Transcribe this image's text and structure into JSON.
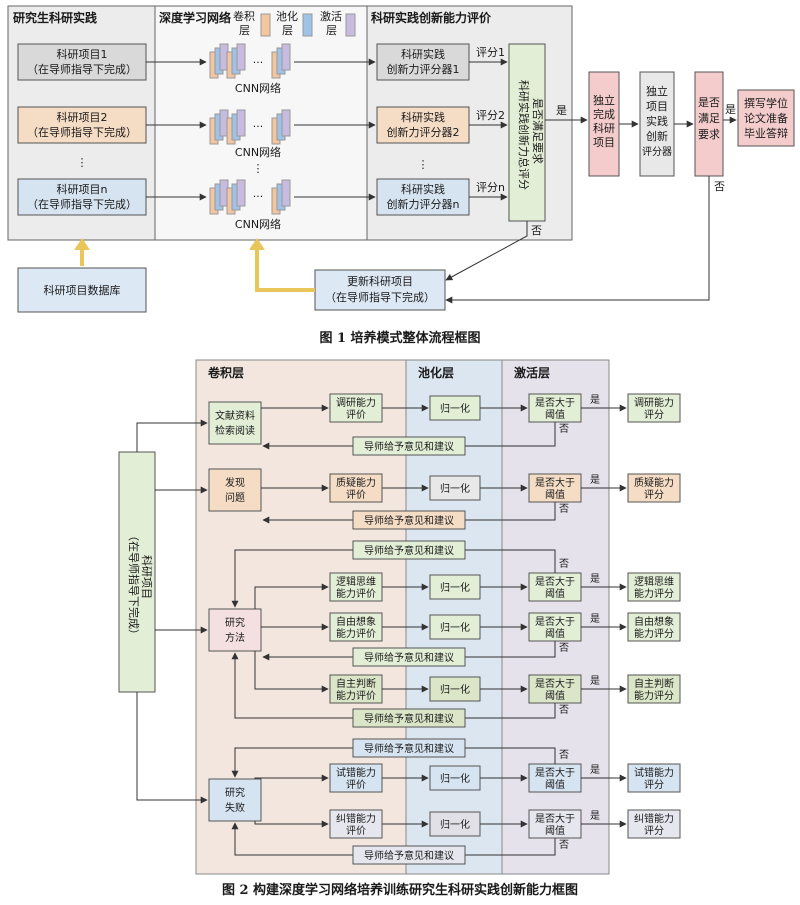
{
  "fig1": {
    "caption": "图 1  培养模式整体流程框图",
    "sections": {
      "practice": "研究生科研实践",
      "network": "深度学习网络",
      "evaluation": "科研实践创新能力评价"
    },
    "layer_legend": {
      "conv": [
        "卷积",
        "层"
      ],
      "pool": [
        "池化",
        "层"
      ],
      "act": [
        "激活",
        "层"
      ]
    },
    "projects": [
      {
        "title": "科研项目1",
        "sub": "（在导师指导下完成）"
      },
      {
        "title": "科研项目2",
        "sub": "（在导师指导下完成）"
      },
      {
        "title": "科研项目n",
        "sub": "（在导师指导下完成）"
      }
    ],
    "cnn_label": "CNN网络",
    "ellipsis_h": "···",
    "ellipsis_v": "⋮",
    "evaluators": [
      {
        "line1": "科研实践",
        "line2": "创新力评分器1",
        "score": "评分1"
      },
      {
        "line1": "科研实践",
        "line2": "创新力评分器2",
        "score": "评分2"
      },
      {
        "line1": "科研实践",
        "line2": "创新力评分器n",
        "score": "评分n"
      }
    ],
    "total_score": [
      "科研实践创新力总评分",
      "是否满足要求"
    ],
    "yes": "是",
    "no": "否",
    "independent_project": [
      "独立",
      "完成",
      "科研",
      "项目"
    ],
    "independent_evaluator": [
      "独立",
      "项目",
      "实践",
      "创新",
      "评分器"
    ],
    "meet_requirement": [
      "是否",
      "满足",
      "要求"
    ],
    "thesis": [
      "撰写学位",
      "论文准备",
      "毕业答辩"
    ],
    "database": "科研项目数据库",
    "update_project": {
      "title": "更新科研项目",
      "sub": "（在导师指导下完成）"
    }
  },
  "fig2": {
    "caption": "图 2  构建深度学习网络培养训练研究生科研实践创新能力框图",
    "columns": {
      "conv": "卷积层",
      "pool": "池化层",
      "act": "激活层"
    },
    "left_box": [
      "科研项目",
      "（在导师指导下完成）"
    ],
    "stages": [
      {
        "name": [
          "文献资料",
          "检索阅读"
        ]
      },
      {
        "name": [
          "发现",
          "问题"
        ]
      },
      {
        "name": [
          "研究",
          "方法"
        ]
      },
      {
        "name": [
          "研究",
          "失败"
        ]
      }
    ],
    "rows": [
      {
        "ability": [
          "调研能力",
          "评价"
        ],
        "score": [
          "调研能力",
          "评分"
        ]
      },
      {
        "ability": [
          "质疑能力",
          "评价"
        ],
        "score": [
          "质疑能力",
          "评分"
        ]
      },
      {
        "ability": [
          "逻辑思维",
          "能力评价"
        ],
        "score": [
          "逻辑思维",
          "能力评分"
        ]
      },
      {
        "ability": [
          "自由想象",
          "能力评价"
        ],
        "score": [
          "自由想象",
          "能力评分"
        ]
      },
      {
        "ability": [
          "自主判断",
          "能力评价"
        ],
        "score": [
          "自主判断",
          "能力评分"
        ]
      },
      {
        "ability": [
          "试错能力",
          "评价"
        ],
        "score": [
          "试错能力",
          "评分"
        ]
      },
      {
        "ability": [
          "纠错能力",
          "评价"
        ],
        "score": [
          "纠错能力",
          "评分"
        ]
      }
    ],
    "normalize": "归一化",
    "threshold": [
      "是否大于",
      "阈值"
    ],
    "feedback": "导师给予意见和建议",
    "yes": "是",
    "no": "否"
  },
  "colors": {
    "gray_panel": "#ececec",
    "project_gray": "#d9d9d9",
    "project_tan": "#f5dcc5",
    "project_blue": "#d6e3f0",
    "green": "#e3eed6",
    "pink": "#f4cccc",
    "db_blue": "#dde8f5",
    "conv_bg": "#f3e6df",
    "pool_bg": "#dbe6f1",
    "act_bg": "#e5e2ec",
    "yellow_arrow": "#e8c65a"
  }
}
